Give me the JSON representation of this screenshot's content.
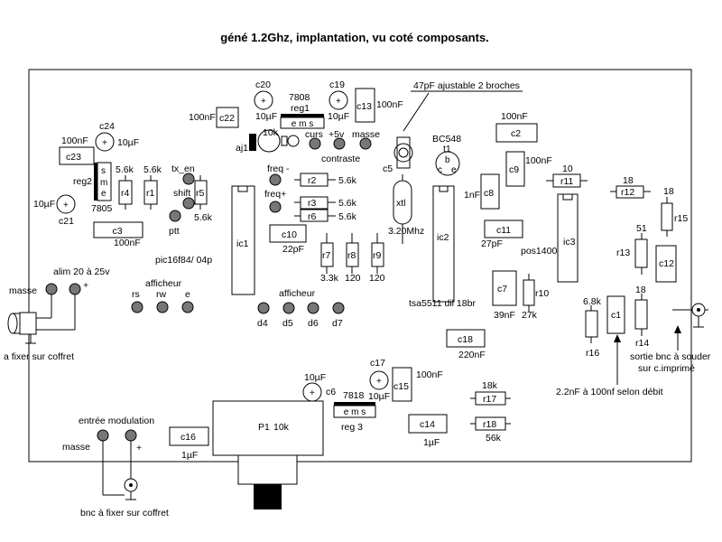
{
  "title": "géné 1.2Ghz, implantation, vu coté composants.",
  "labels": {
    "ajustable": "47pF ajustable 2 broches",
    "bc548": "BC548",
    "t1": "t1",
    "t1_b": "b",
    "t1_c": "c",
    "t1_e": "e",
    "reg1_name": "7808",
    "reg1_id": "reg1",
    "reg1_pins": "e m s",
    "reg2_name": "7805",
    "reg2_id": "reg2",
    "reg2_pins": [
      "s",
      "m",
      "e"
    ],
    "reg3_name": "7818",
    "reg3_id": "reg 3",
    "reg3_pins": "e m s",
    "c20": "c20",
    "c20_val": "10µF",
    "c19": "c19",
    "c19_val": "10µF",
    "c22": "c22",
    "c22_val": "100nF",
    "c13": "c13",
    "c13_val": "100nF",
    "c24": "c24",
    "c24_val": "10µF",
    "c23": "c23",
    "c23_val": "100nF",
    "c21": "c21",
    "c21_val": "10µF",
    "c3": "c3",
    "c3_val": "100nF",
    "c2": "c2",
    "c2_val": "100nF",
    "c9": "c9",
    "c9_val": "100nF",
    "c8": "c8",
    "c8_val": "1nF",
    "c5": "c5",
    "c10": "c10",
    "c10_val": "22pF",
    "c11": "c11",
    "c11_val": "27pF",
    "c7": "c7",
    "c7_val": "39nF",
    "c12": "c12",
    "c1": "c1",
    "c18": "c18",
    "c18_val": "220nF",
    "c17": "c17",
    "c17_val": "10µF",
    "c15": "c15",
    "c15_val": "100nF",
    "c14": "c14",
    "c14_val": "1µF",
    "c16": "c16",
    "c16_val": "1µF",
    "c6": "c6",
    "c6_val": "10µF",
    "aj1": "aj1",
    "aj1_val": "10k",
    "curs": "curs",
    "plus5v": "+5v",
    "masse": "masse",
    "contraste": "contraste",
    "r4": "r4",
    "r4_val": "5.6k",
    "r1": "r1",
    "r1_val": "5.6k",
    "r5": "r5",
    "r5_val": "5.6k",
    "tx_en": "tx_en",
    "shift": "shift",
    "ptt": "ptt",
    "freq_minus": "freq -",
    "freq_plus": "freq+",
    "r2": "r2",
    "r2_val": "5.6k",
    "r3": "r3",
    "r3_val": "5.6k",
    "r6": "r6",
    "r6_val": "5.6k",
    "r7": "r7",
    "r7_val": "3.3k",
    "r8": "r8",
    "r8_val": "120",
    "r9": "r9",
    "r9_val": "120",
    "xtl": "xtl",
    "xtl_val": "3.20Mhz",
    "ic1": "ic1",
    "ic1_desc": "pic16f84/ 04p",
    "ic2": "ic2",
    "ic2_desc": "tsa5511 dil 18br",
    "ic3": "ic3",
    "ic3_desc": "pos1400",
    "r11": "r11",
    "r11_val": "10",
    "r12": "r12",
    "r12_val": "18",
    "r15": "r15",
    "r15_val": "18",
    "r13": "r13",
    "r13_val": "51",
    "r16": "r16",
    "r16_val": "6.8k",
    "r14": "r14",
    "r14_val": "18",
    "r10": "r10",
    "r10_val": "27k",
    "r17": "r17",
    "r17_val": "18k",
    "r18": "r18",
    "r18_val": "56k",
    "alim": "alim 20 à 25v",
    "masse_left": "masse",
    "plus": "+",
    "fixer": "a fixer sur coffret",
    "afficheur1": "afficheur",
    "rs": "rs",
    "rw": "rw",
    "e": "e",
    "afficheur2": "afficheur",
    "d4": "d4",
    "d5": "d5",
    "d6": "d6",
    "d7": "d7",
    "sortie1": "sortie bnc à souder",
    "sortie2": "sur c.imprimé",
    "c1_note": "2.2nF à 100nf selon débit",
    "entree_mod": "entrée modulation",
    "masse_mod": "masse",
    "plus_mod": "+",
    "bnc_fixer": "bnc à fixer sur coffret",
    "p1": "P1",
    "p1_val": "10k"
  }
}
